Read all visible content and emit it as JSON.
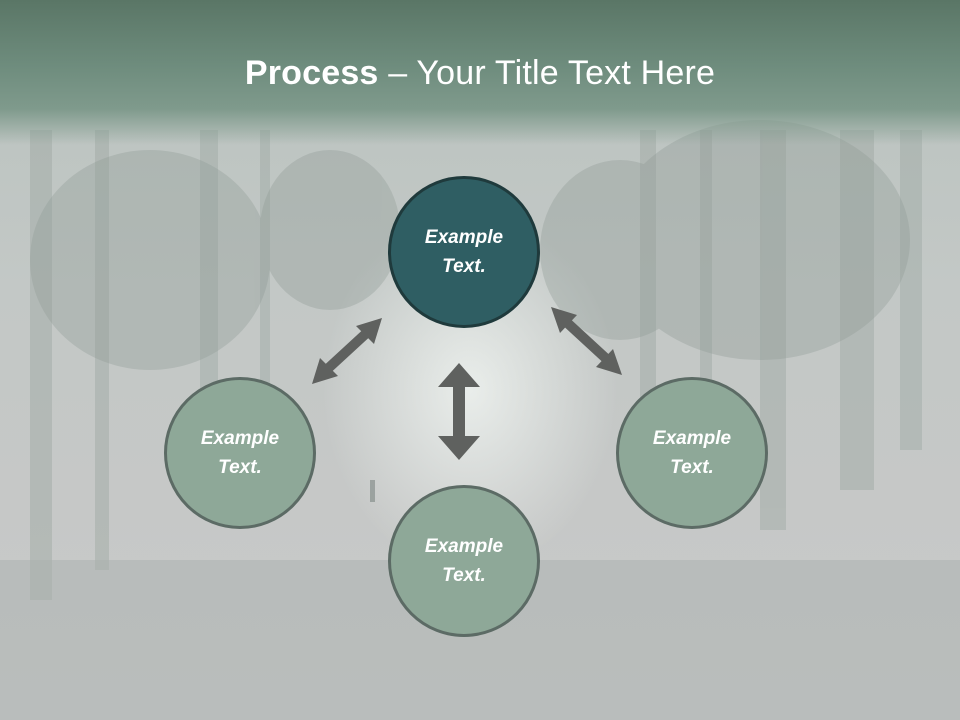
{
  "slide": {
    "title_bold": "Process",
    "title_separator": " – ",
    "title_rest": "Your Title Text Here"
  },
  "nodes": {
    "top": "Example Text.",
    "left": "Example Text.",
    "right": "Example Text.",
    "bottom": "Example Text."
  },
  "colors": {
    "header": "#6e8c7d",
    "center_node": "#2f5e63",
    "outer_node": "#8ea898",
    "arrow": "#5f615f"
  }
}
